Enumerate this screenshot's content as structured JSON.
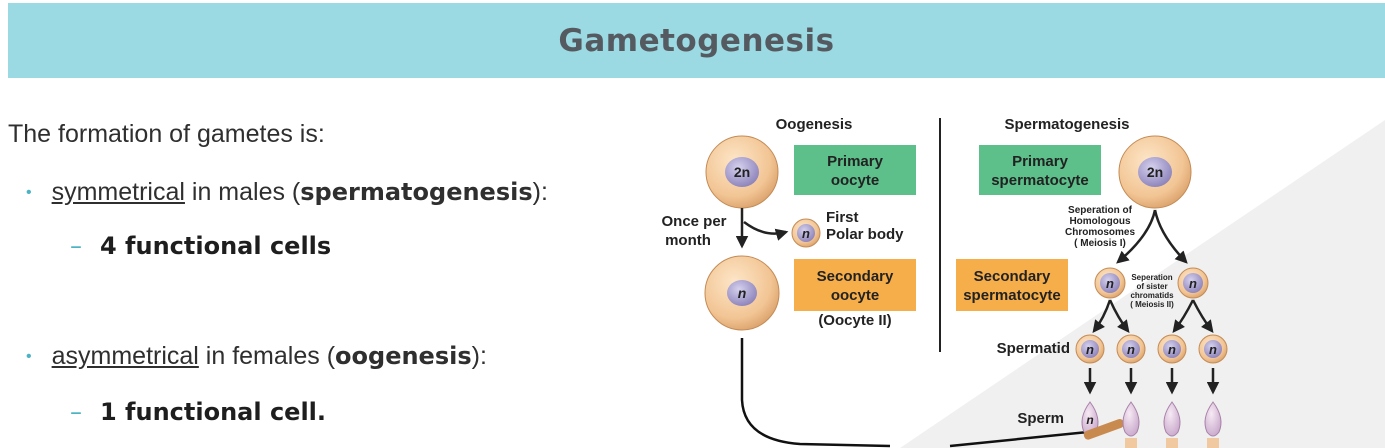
{
  "header": {
    "title": "Gametogenesis"
  },
  "text": {
    "intro": "The formation of gametes is:",
    "bullets": [
      {
        "term": "symmetrical",
        "middle": " in males (",
        "bold": "spermatogenesis",
        "end": "):",
        "sub": "4 functional cells"
      },
      {
        "term": "asymmetrical",
        "middle": " in females (",
        "bold": "oogenesis",
        "end": "):",
        "sub": "1 functional cell."
      }
    ],
    "dash": "–",
    "bullet_glyph": "•"
  },
  "diagram": {
    "oogenesis_title": "Oogenesis",
    "spermatogenesis_title": "Spermatogenesis",
    "cell_2n": "2n",
    "cell_n": "n",
    "primary_oocyte": [
      "Primary",
      "oocyte"
    ],
    "once_per_month": [
      "Once per",
      "month"
    ],
    "first_polar_body": [
      "First",
      "Polar body"
    ],
    "secondary_oocyte": [
      "Secondary",
      "oocyte"
    ],
    "oocyte_ii": "(Oocyte II)",
    "primary_spermatocyte": [
      "Primary",
      "spermatocyte"
    ],
    "meiosis1_note": [
      "Seperation of",
      "Homologous",
      "Chromosomes",
      "( Meiosis I)"
    ],
    "secondary_spermatocyte": [
      "Secondary",
      "spermatocyte"
    ],
    "meiosis2_note": [
      "Seperation",
      "of sister",
      "chromatids",
      "( Meiosis II)"
    ],
    "spermatid": "Spermatid",
    "sperm": "Sperm"
  },
  "colors": {
    "header_bg": "#9bd9e3",
    "bullet_accent": "#4bb3c4",
    "primary_box": "#5dc08a",
    "secondary_box": "#f6ae4a",
    "cell_fill": "#f2c594"
  }
}
